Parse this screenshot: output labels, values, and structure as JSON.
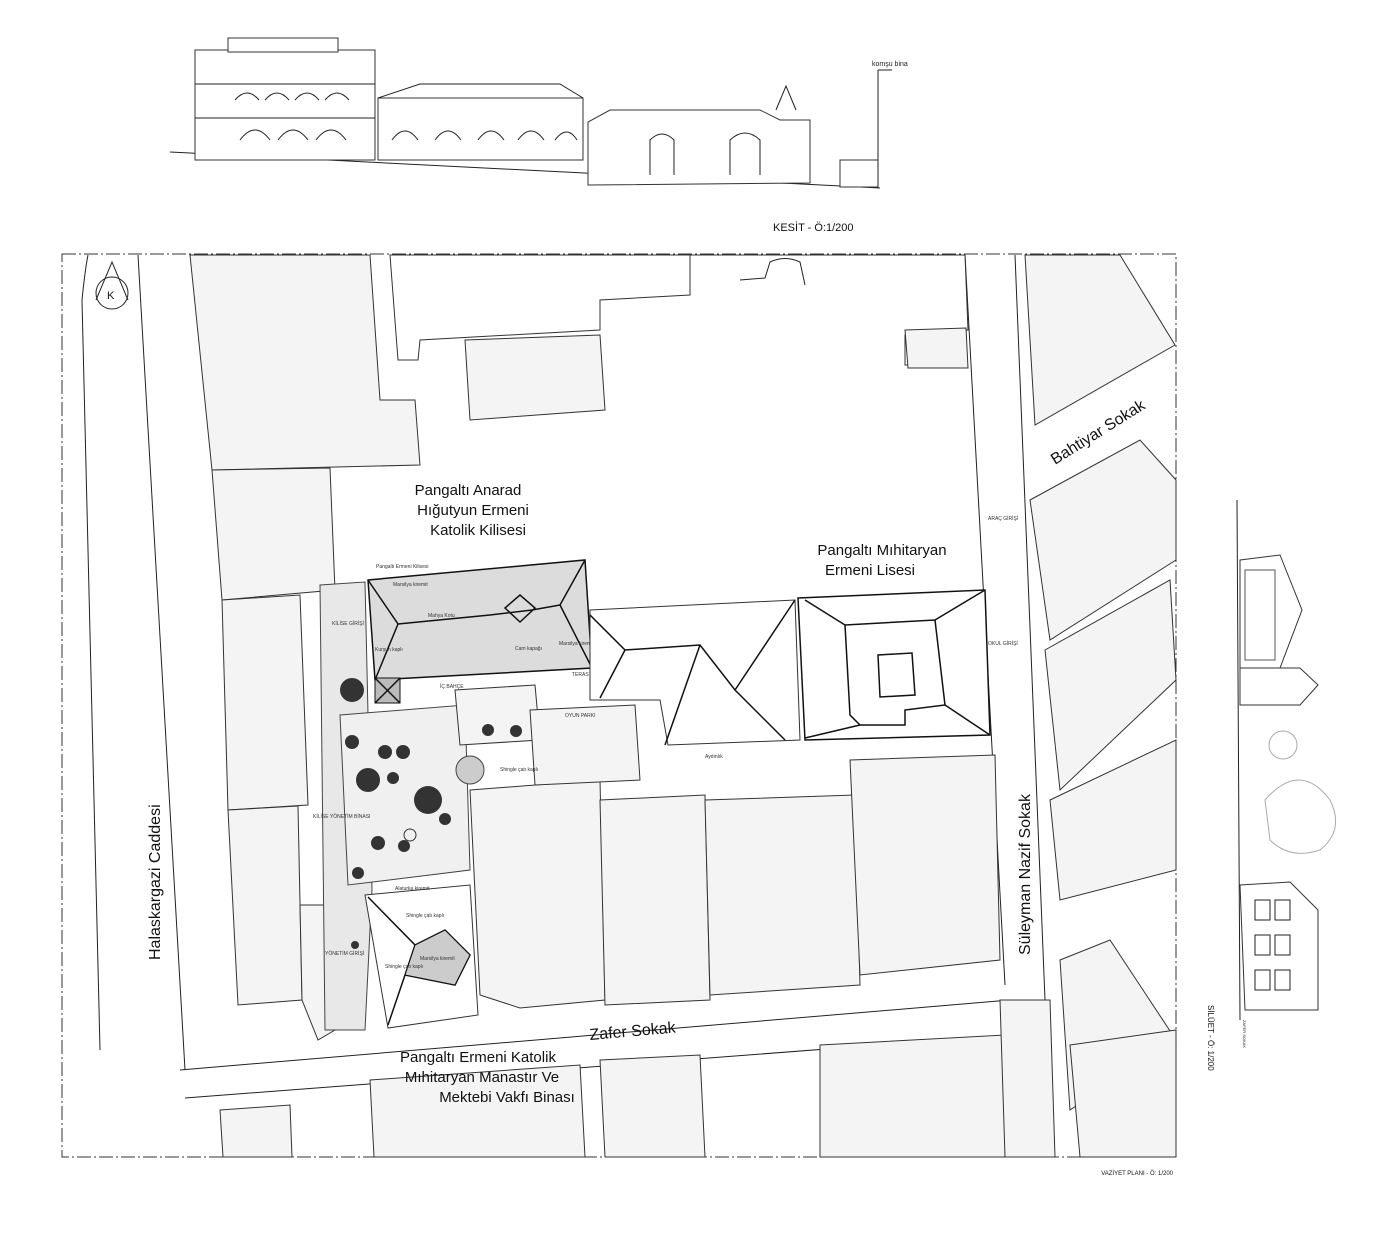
{
  "section": {
    "title": "KESİT - Ö:1/200",
    "neighbor_label": "komşu bina"
  },
  "site_plan": {
    "title": "VAZİYET PLANI - Ö: 1/200",
    "north_label": "K",
    "streets": {
      "halaskargazi": "Halaskargazi Caddesi",
      "suleyman": "Süleyman Nazif Sokak",
      "zafer": "Zafer Sokak",
      "bahtiyar": "Bahtiyar Sokak"
    },
    "buildings": {
      "church": [
        "Pangaltı Anarad",
        "Hığutyun Ermeni",
        "Katolik Kilisesi"
      ],
      "school": [
        "Pangaltı Mıhitaryan",
        "Ermeni Lisesi"
      ],
      "foundation": [
        "Pangaltı Ermeni Katolik",
        "Mıhitaryan Manastır Ve",
        "Mektebi Vakfı Binası"
      ]
    },
    "annotations": {
      "church_small": "Pangaltı Ermeni Kilisesi",
      "marsilya1": "Marsilya kiremit",
      "mahya": "Mahya Kotu",
      "cam": "Cam kapağı",
      "kursun": "Kurşun kaplı",
      "marsilya2": "Marsilya kiremit",
      "teras": "TERAS",
      "ic_bahce": "İÇ BAHÇE",
      "oyun": "OYUN PARKI",
      "shingle1": "Shingle çatı kaplı",
      "aydinlik": "Aydınlık",
      "kilise_giris": "KİLİSE GİRİŞİ",
      "okul_giris": "OKUL GİRİŞİ",
      "arac_giris": "ARAÇ GİRİŞİ",
      "kilise_yonetim": "KİLİSE YÖNETİM BİNASI",
      "yonetim_giris": "YÖNETİM GİRİŞİ",
      "shingle2": "Shingle çatı kaplı",
      "shingle3": "Shingle çatı kaplı",
      "marsilya3": "Marsilya kiremit",
      "alaturka": "Alaturka kiremit"
    }
  },
  "silhouette": {
    "title": "SİLÜET - Ö: 1/200",
    "street": "ZAFER SOKAK"
  }
}
